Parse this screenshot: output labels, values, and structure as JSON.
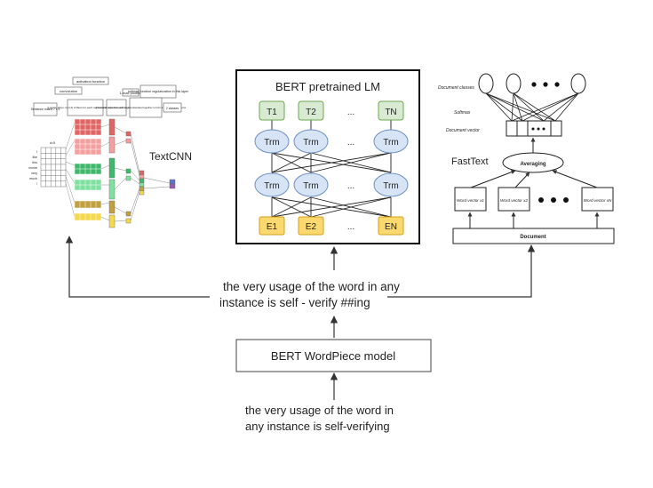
{
  "textcnn": {
    "label": "TextCNN",
    "top_labels": [
      "convolution",
      "activation function",
      "1-max pooling",
      "softmax function regularization in this layer"
    ],
    "sub_labels": [
      "Sentence matrix 7 x 5",
      "3 region sizes: (2,3,4) 2 filters for each region size totally 6 filters",
      "2 feature maps for each region size",
      "6 univariate vectors concatenated together to form a single feature vector",
      "2 classes"
    ],
    "words": [
      "I",
      "like",
      "this",
      "movie",
      "very",
      "much",
      "!"
    ],
    "dim_label": "d=5"
  },
  "bert_lm": {
    "title": "BERT pretrained LM",
    "outputs": [
      "T1",
      "T2",
      "...",
      "TN"
    ],
    "trm_label": "Trm",
    "ellipsis": "...",
    "inputs": [
      "E1",
      "E2",
      "...",
      "EN"
    ]
  },
  "fasttext": {
    "label": "FastText",
    "document_classes": "Document classes",
    "softmax": "Softmax",
    "document_vector": "Document vector",
    "averaging": "Averaging",
    "word_vectors": [
      "Word vector x1",
      "Word vector x2",
      "Word vector xN"
    ],
    "document": "Document"
  },
  "tokenized_text": {
    "line1": "the very usage of the word in any",
    "line2": "instance is self - verify ##ing"
  },
  "wordpiece": {
    "label": "BERT WordPiece model"
  },
  "input_text": {
    "line1": "the very usage of the word in",
    "line2": "any instance is self-verifying"
  },
  "colors": {
    "trm_fill": "#d7e4f5",
    "out_fill": "#d9ead3",
    "in_fill": "#fbd96e",
    "red": "#e06666",
    "green": "#3fb86b",
    "olive": "#c0a040",
    "yellow": "#f5d94c"
  }
}
